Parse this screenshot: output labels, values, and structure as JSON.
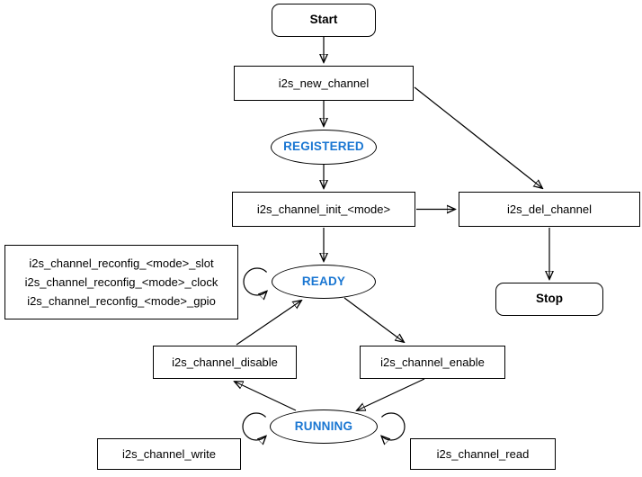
{
  "colors": {
    "state_text": "#1976d2",
    "line": "#000000",
    "node_border": "#000000",
    "background": "#ffffff"
  },
  "diagram": {
    "nodes": {
      "start": {
        "label": "Start"
      },
      "new_channel": {
        "label": "i2s_new_channel"
      },
      "registered": {
        "label": "REGISTERED"
      },
      "channel_init": {
        "label": "i2s_channel_init_<mode>"
      },
      "del_channel": {
        "label": "i2s_del_channel"
      },
      "stop": {
        "label": "Stop"
      },
      "ready": {
        "label": "READY"
      },
      "reconfig": {
        "lines": [
          "i2s_channel_reconfig_<mode>_slot",
          "i2s_channel_reconfig_<mode>_clock",
          "i2s_channel_reconfig_<mode>_gpio"
        ]
      },
      "channel_disable": {
        "label": "i2s_channel_disable"
      },
      "channel_enable": {
        "label": "i2s_channel_enable"
      },
      "running": {
        "label": "RUNNING"
      },
      "channel_write": {
        "label": "i2s_channel_write"
      },
      "channel_read": {
        "label": "i2s_channel_read"
      }
    }
  }
}
